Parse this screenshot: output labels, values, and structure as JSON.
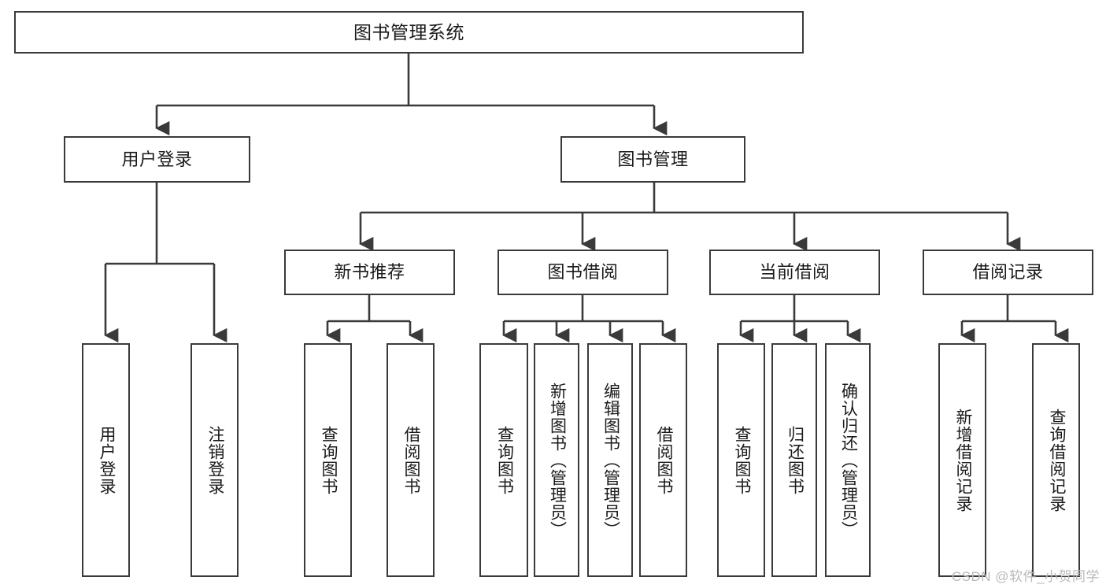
{
  "diagram": {
    "title": "图书管理系统",
    "type": "tree",
    "watermark": "CSDN @软件_小贺同学",
    "colors": {
      "stroke": "#3a3a3a",
      "fill": "#ffffff",
      "text": "#1a1a1a",
      "watermark": "#b9b9b9"
    },
    "root": {
      "label": "图书管理系统"
    },
    "level1": [
      {
        "label": "用户登录"
      },
      {
        "label": "图书管理"
      }
    ],
    "level2": [
      {
        "label": "新书推荐"
      },
      {
        "label": "图书借阅"
      },
      {
        "label": "当前借阅"
      },
      {
        "label": "借阅记录"
      }
    ],
    "leaves": {
      "user_login": [
        {
          "label": "用户登录"
        },
        {
          "label": "注销登录"
        }
      ],
      "new_book": [
        {
          "label": "查询图书"
        },
        {
          "label": "借阅图书"
        }
      ],
      "borrow": [
        {
          "label": "查询图书"
        },
        {
          "label": "新增图书（管理员）"
        },
        {
          "label": "编辑图书（管理员）"
        },
        {
          "label": "借阅图书"
        }
      ],
      "current": [
        {
          "label": "查询图书"
        },
        {
          "label": "归还图书"
        },
        {
          "label": "确认归还（管理员）"
        }
      ],
      "records": [
        {
          "label": "新增借阅记录"
        },
        {
          "label": "查询借阅记录"
        }
      ]
    }
  }
}
